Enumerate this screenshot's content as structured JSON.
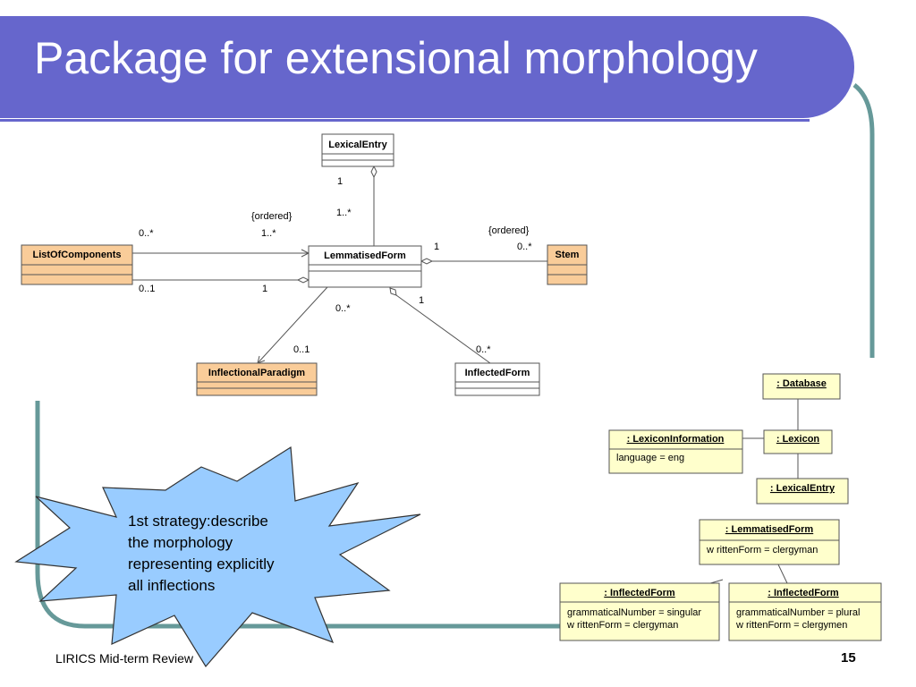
{
  "slide": {
    "title": "Package for extensional morphology",
    "footer": "LIRICS Mid-term Review",
    "page_number": "15",
    "colors": {
      "title_bar": "#6666cc",
      "frame": "#669999",
      "class_fill": "#f9cc99",
      "object_fill": "#ffffcc",
      "burst": "#99ccff"
    }
  },
  "class_diagram": {
    "classes": {
      "lexical_entry": "LexicalEntry",
      "lemmatised_form": "LemmatisedForm",
      "list_of_components": "ListOfComponents",
      "stem": "Stem",
      "inflectional_paradigm": "InflectionalParadigm",
      "inflected_form": "InflectedForm"
    },
    "multiplicities": {
      "lexentry_one": "1",
      "lexentry_many": "1..*",
      "ordered_left": "{ordered}",
      "components_top_left": "0..*",
      "components_top_right": "1..*",
      "components_bottom_left": "0..1",
      "components_bottom_right": "1",
      "ordered_right": "{ordered}",
      "stem_one": "1",
      "stem_many": "0..*",
      "paradigm_top": "0..*",
      "paradigm_bottom": "0..1",
      "inflected_top": "1",
      "inflected_bottom": "0..*"
    }
  },
  "object_diagram": {
    "database": ": Database",
    "lexicon": ": Lexicon",
    "lexicon_information": {
      "name": ": LexiconInformation",
      "attr": "language = eng"
    },
    "lexical_entry": ": LexicalEntry",
    "lemmatised_form": {
      "name": ": LemmatisedForm",
      "attr": "w rittenForm = clergyman"
    },
    "inflected_singular": {
      "name": ": InflectedForm",
      "attr1": "grammaticalNumber = singular",
      "attr2": "w rittenForm = clergyman"
    },
    "inflected_plural": {
      "name": ": InflectedForm",
      "attr1": "grammaticalNumber = plural",
      "attr2": "w rittenForm = clergymen"
    }
  },
  "callout": {
    "lines": [
      "1st strategy:describe",
      "the morphology",
      "representing explicitly",
      "all inflections"
    ]
  }
}
